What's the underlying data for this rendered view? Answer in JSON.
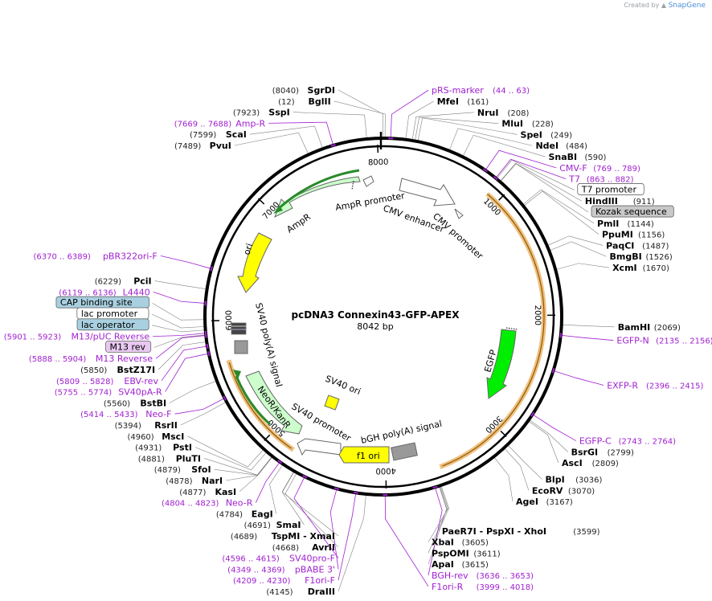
{
  "credit": {
    "prefix": "Created by",
    "brand": "SnapGene"
  },
  "plasmid": {
    "name": "pcDNA3 Connexin43-GFP-APEX",
    "length": 8042,
    "length_label": "8042 bp"
  },
  "ticks": [
    {
      "bp": 1000,
      "label": "1000"
    },
    {
      "bp": 2000,
      "label": "2000"
    },
    {
      "bp": 3000,
      "label": "3000"
    },
    {
      "bp": 4000,
      "label": "4000"
    },
    {
      "bp": 5000,
      "label": "5000"
    },
    {
      "bp": 6000,
      "label": "6000"
    },
    {
      "bp": 7000,
      "label": "7000"
    },
    {
      "bp": 8000,
      "label": "8000"
    }
  ],
  "enzymes": [
    {
      "name": "SgrDI",
      "pos": "(8040)",
      "bp": 8040
    },
    {
      "name": "SspI",
      "pos": "(7923)",
      "bp": 7923
    },
    {
      "name": "ScaI",
      "pos": "(7599)",
      "bp": 7599
    },
    {
      "name": "PvuI",
      "pos": "(7489)",
      "bp": 7489
    },
    {
      "name": "BglII",
      "pos": "(12)",
      "bp": 12
    },
    {
      "name": "MfeI",
      "pos": "(161)",
      "bp": 161
    },
    {
      "name": "NruI",
      "pos": "(208)",
      "bp": 208
    },
    {
      "name": "MluI",
      "pos": "(228)",
      "bp": 228
    },
    {
      "name": "SpeI",
      "pos": "(249)",
      "bp": 249
    },
    {
      "name": "NdeI",
      "pos": "(484)",
      "bp": 484
    },
    {
      "name": "SnaBI",
      "pos": "(590)",
      "bp": 590
    },
    {
      "name": "HindIII",
      "pos": "(911)",
      "bp": 911
    },
    {
      "name": "PmlI",
      "pos": "(1144)",
      "bp": 1144
    },
    {
      "name": "PpuMI",
      "pos": "(1156)",
      "bp": 1156
    },
    {
      "name": "PaqCI",
      "pos": "(1487)",
      "bp": 1487
    },
    {
      "name": "BmgBI",
      "pos": "(1526)",
      "bp": 1526
    },
    {
      "name": "XcmI",
      "pos": "(1670)",
      "bp": 1670
    },
    {
      "name": "BamHI",
      "pos": "(2069)",
      "bp": 2069
    },
    {
      "name": "BsrGI",
      "pos": "(2799)",
      "bp": 2799
    },
    {
      "name": "AscI",
      "pos": "(2809)",
      "bp": 2809
    },
    {
      "name": "BlpI",
      "pos": "(3036)",
      "bp": 3036
    },
    {
      "name": "EcoRV",
      "pos": "(3070)",
      "bp": 3070
    },
    {
      "name": "AgeI",
      "pos": "(3167)",
      "bp": 3167
    },
    {
      "name": "PaeR7I - PspXI - XhoI",
      "pos": "(3599)",
      "bp": 3599
    },
    {
      "name": "XbaI",
      "pos": "(3605)",
      "bp": 3605
    },
    {
      "name": "PspOMI",
      "pos": "(3611)",
      "bp": 3611
    },
    {
      "name": "ApaI",
      "pos": "(3615)",
      "bp": 3615
    },
    {
      "name": "DraIII",
      "pos": "(4145)",
      "bp": 4145
    },
    {
      "name": "AvrII",
      "pos": "(4668)",
      "bp": 4668
    },
    {
      "name": "TspMI - XmaI",
      "pos": "(4689)",
      "bp": 4689
    },
    {
      "name": "SmaI",
      "pos": "(4691)",
      "bp": 4691
    },
    {
      "name": "EagI",
      "pos": "(4784)",
      "bp": 4784
    },
    {
      "name": "KasI",
      "pos": "(4877)",
      "bp": 4877
    },
    {
      "name": "NarI",
      "pos": "(4878)",
      "bp": 4878
    },
    {
      "name": "SfoI",
      "pos": "(4879)",
      "bp": 4879
    },
    {
      "name": "PluTI",
      "pos": "(4881)",
      "bp": 4881
    },
    {
      "name": "PstI",
      "pos": "(4931)",
      "bp": 4931
    },
    {
      "name": "MscI",
      "pos": "(4960)",
      "bp": 4960
    },
    {
      "name": "RsrII",
      "pos": "(5394)",
      "bp": 5394
    },
    {
      "name": "BstBI",
      "pos": "(5560)",
      "bp": 5560
    },
    {
      "name": "BstZ17I",
      "pos": "(5850)",
      "bp": 5850
    },
    {
      "name": "PciI",
      "pos": "(6229)",
      "bp": 6229
    }
  ],
  "primers": [
    {
      "name": "Amp-R",
      "pos": "(7669 .. 7688)",
      "bp": 7678
    },
    {
      "name": "pRS-marker",
      "pos": "(44 .. 63)",
      "bp": 53
    },
    {
      "name": "CMV-F",
      "pos": "(769 .. 789)",
      "bp": 779
    },
    {
      "name": "T7",
      "pos": "(863 .. 882)",
      "bp": 872
    },
    {
      "name": "EGFP-N",
      "pos": "(2135 .. 2156)",
      "bp": 2145
    },
    {
      "name": "EXFP-R",
      "pos": "(2396 .. 2415)",
      "bp": 2405
    },
    {
      "name": "EGFP-C",
      "pos": "(2743 .. 2764)",
      "bp": 2753
    },
    {
      "name": "BGH-rev",
      "pos": "(3636 .. 3653)",
      "bp": 3644
    },
    {
      "name": "F1ori-R",
      "pos": "(3999 .. 4018)",
      "bp": 4008
    },
    {
      "name": "F1ori-F",
      "pos": "(4209 .. 4230)",
      "bp": 4219
    },
    {
      "name": "pBABE 3'",
      "pos": "(4349 .. 4369)",
      "bp": 4359
    },
    {
      "name": "SV40pro-F",
      "pos": "(4596 .. 4615)",
      "bp": 4605
    },
    {
      "name": "Neo-R",
      "pos": "(4804 .. 4823)",
      "bp": 4813
    },
    {
      "name": "Neo-F",
      "pos": "(5414 .. 5433)",
      "bp": 5423
    },
    {
      "name": "SV40pA-R",
      "pos": "(5755 .. 5774)",
      "bp": 5764
    },
    {
      "name": "EBV-rev",
      "pos": "(5809 .. 5828)",
      "bp": 5818
    },
    {
      "name": "M13 Reverse",
      "pos": "(5888 .. 5904)",
      "bp": 5896
    },
    {
      "name": "M13/pUC Reverse",
      "pos": "(5901 .. 5923)",
      "bp": 5912
    },
    {
      "name": "L4440",
      "pos": "(6119 .. 6136)",
      "bp": 6127
    },
    {
      "name": "pBR322ori-F",
      "pos": "(6370 .. 6389)",
      "bp": 6379
    }
  ],
  "boxed_features": [
    {
      "name": "T7 promoter",
      "style": "white",
      "bp": 880
    },
    {
      "name": "Kozak sequence",
      "style": "grey",
      "bp": 915
    },
    {
      "name": "CAP binding site",
      "style": "blue",
      "bp": 6010
    },
    {
      "name": "lac promoter",
      "style": "white",
      "bp": 5960
    },
    {
      "name": "lac operator",
      "style": "blue",
      "bp": 5935
    },
    {
      "name": "M13 rev",
      "style": "purple",
      "bp": 5900
    }
  ],
  "features": {
    "cmv_enhancer": "CMV enhancer",
    "cmv_promoter": "CMV promoter",
    "ampr_promoter": "AmpR promoter",
    "ampr": "AmpR",
    "ori": "ori",
    "egfp": "EGFP",
    "sv40_polya": "SV40 poly(A) signal",
    "sv40_ori": "SV40 ori",
    "sv40_promoter": "SV40 promoter",
    "neor": "NeoR/KanR",
    "bgh_polya": "bGH poly(A) signal",
    "f1_ori": "f1 ori"
  },
  "colors": {
    "ring": "#000000",
    "primer": "#a020d0",
    "orf_highlight": "#f0c080",
    "ori": "#ffff00",
    "ampr": "#ccffcc",
    "egfp": "#00ee00",
    "polya": "#999999",
    "feature_box_blue": "#a8d0e0",
    "feature_box_grey": "#c8c8c8",
    "feature_box_purple": "#e8c8f0"
  }
}
